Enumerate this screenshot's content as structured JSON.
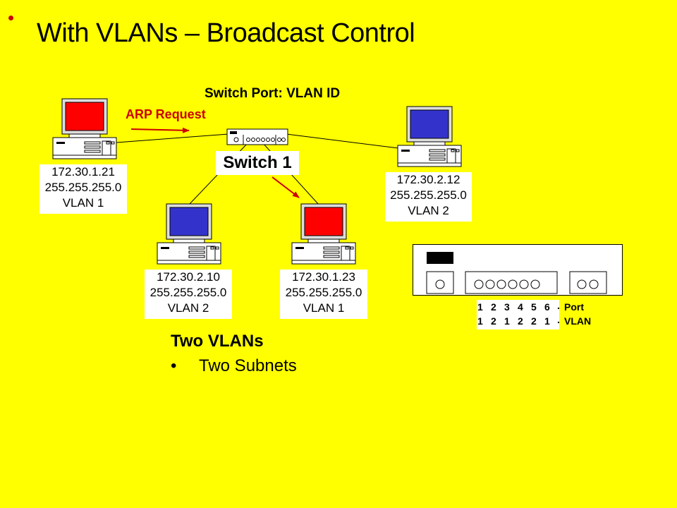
{
  "slide": {
    "title": "With VLANs – Broadcast Control",
    "subtitle": "Switch Port: VLAN ID",
    "arp_label": "ARP Request",
    "switch_label": "Switch 1"
  },
  "hosts": [
    {
      "ip": "172.30.1.21",
      "mask": "255.255.255.0",
      "vlan": "VLAN 1",
      "screen_color": "#FF0000"
    },
    {
      "ip": "172.30.2.12",
      "mask": "255.255.255.0",
      "vlan": "VLAN 2",
      "screen_color": "#3333CC"
    },
    {
      "ip": "172.30.2.10",
      "mask": "255.255.255.0",
      "vlan": "VLAN 2",
      "screen_color": "#3333CC"
    },
    {
      "ip": "172.30.1.23",
      "mask": "255.255.255.0",
      "vlan": "VLAN 1",
      "screen_color": "#FF0000"
    }
  ],
  "port_table": {
    "ports": [
      "1",
      "2",
      "3",
      "4",
      "5",
      "6"
    ],
    "vlans": [
      "1",
      "2",
      "1",
      "2",
      "2",
      "1"
    ],
    "port_label": "Port",
    "vlan_label": "VLAN"
  },
  "legend": {
    "heading": "Two VLANs",
    "bullet": "•",
    "item": "Two Subnets"
  },
  "colors": {
    "background": "#FFFF00",
    "arp_red": "#CC0000"
  }
}
